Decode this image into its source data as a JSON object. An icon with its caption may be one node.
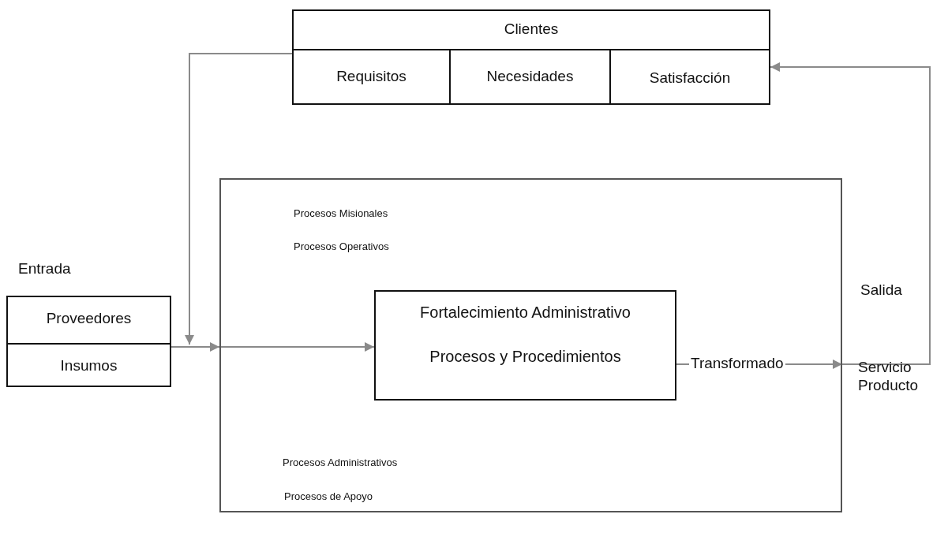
{
  "diagram": {
    "nodes": [
      {
        "text": [
          "Clientes"
        ]
      },
      {
        "text": [
          "Requisitos"
        ],
        "in": 0
      },
      {
        "text": [
          "Necesidades"
        ],
        "in": 0
      },
      {
        "text": [
          "Satisfacción"
        ],
        "in": 0
      },
      {
        "text": [
          "Entrada"
        ]
      },
      {
        "text": [
          "Proveedores"
        ],
        "in": 4
      },
      {
        "text": [
          "Insumos"
        ],
        "in": 4
      },
      {
        "text": [
          "Procesos Misionales",
          "Procesos Operativos",
          "Procesos Administrativos",
          "Procesos de Apoyo"
        ]
      },
      {
        "text": [
          "Fortalecimiento Administrativo",
          "Procesos y Procedimientos"
        ],
        "in": 7
      }
    ],
    "edges": [
      {
        "from": 0,
        "to": 4,
        "arrow": "to"
      },
      {
        "from": 4,
        "to": 7,
        "arrow": "to"
      },
      {
        "from": 7,
        "to": 8,
        "arrow": "to"
      },
      {
        "from": 8,
        "to": 7,
        "arrow": "to",
        "label": "Transformado"
      },
      {
        "from": 7,
        "to": 0,
        "arrow": "to"
      }
    ],
    "labels": [
      "Salida",
      "Servicio Producto"
    ]
  }
}
